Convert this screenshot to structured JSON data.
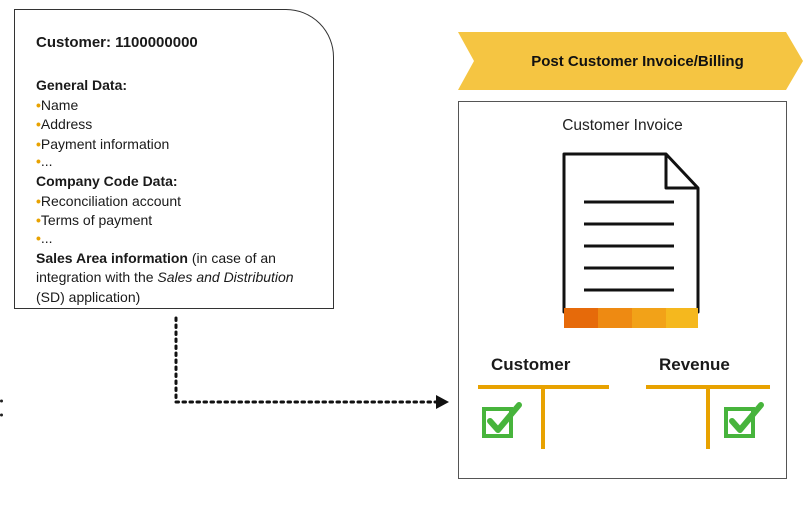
{
  "customer_card": {
    "title": "Customer: 1100000000",
    "general_title": "General Data:",
    "general_items": [
      "Name",
      "Address",
      "Payment information",
      "..."
    ],
    "company_title": "Company Code Data:",
    "company_items": [
      "Reconciliation account",
      "Terms of payment",
      "..."
    ],
    "sales_bold": "Sales Area information",
    "sales_text_1": " (in case of an integration with the ",
    "sales_italic": "Sales and Distribution",
    "sales_text_2": " (SD) application)"
  },
  "banner": {
    "label": "Post Customer Invoice/Billing"
  },
  "invoice": {
    "title": "Customer Invoice",
    "t_accounts": [
      {
        "label": "Customer"
      },
      {
        "label": "Revenue"
      }
    ]
  },
  "colors": {
    "banner": "#f5c542",
    "accent": "#e8a200",
    "check": "#47b43c",
    "doc_stripe": [
      "#e66a0a",
      "#ee8a12",
      "#f2a218",
      "#f5b81e"
    ]
  }
}
